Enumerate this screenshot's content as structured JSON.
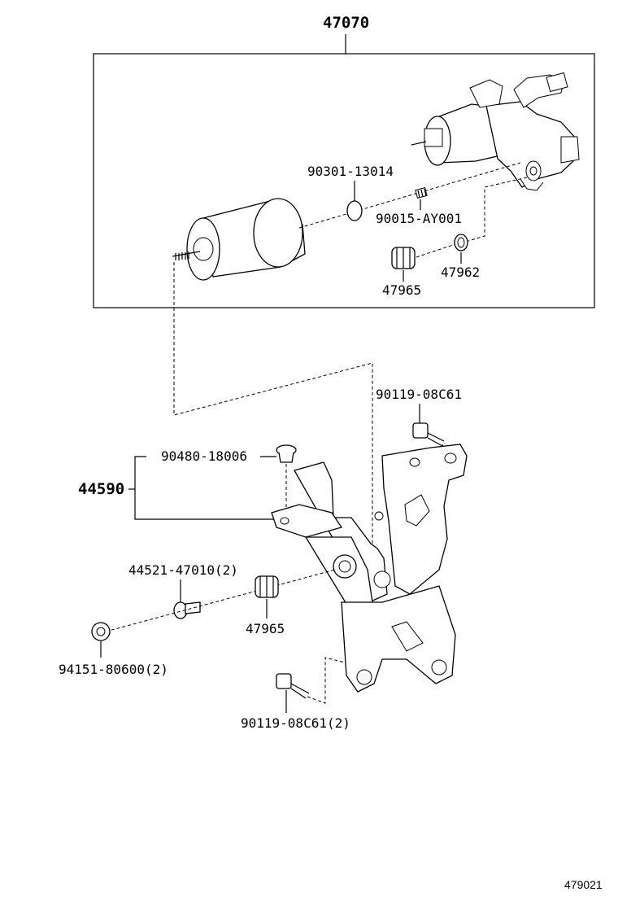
{
  "diagram": {
    "assembly_number": "47070",
    "labels": {
      "oring": "90301-13014",
      "plug": "90015-AY001",
      "gasket": "47962",
      "cushion_top": "47965",
      "bolt_top_right": "90119-08C61",
      "grommet": "90480-18006",
      "bracket": "44590",
      "bolt_side": "44521-47010(2)",
      "cushion_mid": "47965",
      "nut": "94151-80600(2)",
      "bolt_bottom": "90119-08C61(2)"
    },
    "reference_code": "479021"
  }
}
